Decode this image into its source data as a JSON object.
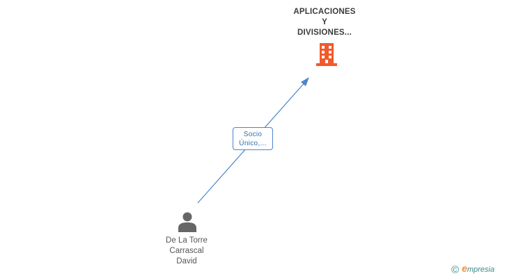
{
  "company": {
    "name_lines": [
      "APLICACIONES",
      "Y",
      "DIVISIONES..."
    ],
    "icon": "building-icon",
    "icon_color": "#f15a2b"
  },
  "relation": {
    "label_lines": [
      "Socio",
      "Único,..."
    ],
    "line_color": "#4a87c9"
  },
  "person": {
    "name_lines": [
      "De La Torre",
      "Carrascal",
      "David"
    ],
    "icon": "person-icon",
    "icon_color": "#666666"
  },
  "branding": {
    "copyright": "©",
    "logo_initial": "e",
    "logo_rest": "mpresia"
  }
}
